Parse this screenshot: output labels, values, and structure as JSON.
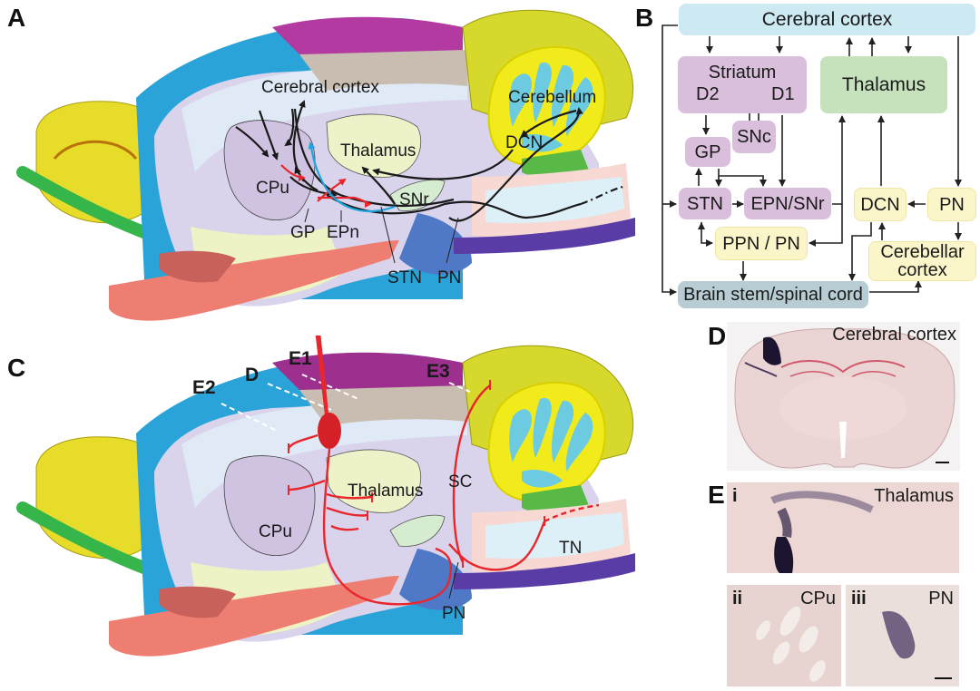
{
  "panels": {
    "A": {
      "letter": "A",
      "labels": {
        "cerebral_cortex": "Cerebral cortex",
        "cerebellum": "Cerebellum",
        "dcn": "DCN",
        "thalamus": "Thalamus",
        "cpu": "CPu",
        "snr": "SNr",
        "gp": "GP",
        "epn": "EPn",
        "stn": "STN",
        "pn": "PN"
      },
      "arrow_colors": {
        "excitatory": "#1a1a1a",
        "red_pathway": "#e8262b",
        "blue_pathway": "#1ea5df"
      }
    },
    "B": {
      "letter": "B",
      "nodes": {
        "cerebral_cortex": "Cerebral cortex",
        "striatum": "Striatum",
        "d2": "D2",
        "d1": "D1",
        "snc": "SNc",
        "thalamus": "Thalamus",
        "gp": "GP",
        "stn": "STN",
        "epn_snr": "EPN/SNr",
        "dcn": "DCN",
        "pn": "PN",
        "ppn_pn": "PPN / PN",
        "cerebellar_cortex_1": "Cerebellar",
        "cerebellar_cortex_2": "cortex",
        "brainstem": "Brain stem/spinal cord"
      },
      "colors": {
        "cortex": "#cde9f2",
        "basal_ganglia": "#d9bfdc",
        "thalamus": "#c5e2bd",
        "cerebellar": "#fbf6c9",
        "brainstem": "#b8ccd4"
      }
    },
    "C": {
      "letter": "C",
      "section_labels": {
        "e2": "E2",
        "d": "D",
        "e1": "E1",
        "e3": "E3"
      },
      "labels": {
        "thalamus": "Thalamus",
        "cpu": "CPu",
        "sc": "SC",
        "tn": "TN",
        "pn": "PN"
      },
      "injection_color": "#d62027"
    },
    "D": {
      "letter": "D",
      "label": "Cerebral cortex"
    },
    "E": {
      "letter": "E",
      "sub": [
        {
          "roman": "i",
          "label": "Thalamus"
        },
        {
          "roman": "ii",
          "label": "CPu"
        },
        {
          "roman": "iii",
          "label": "PN"
        }
      ]
    }
  }
}
